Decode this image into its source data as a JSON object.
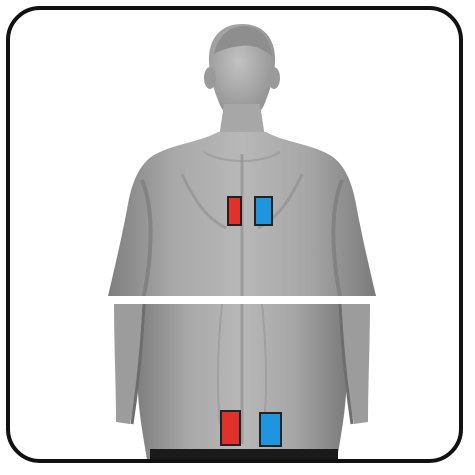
{
  "figure": {
    "panels": [
      {
        "region": "upper-back",
        "electrodes": [
          {
            "polarity": "positive",
            "color": "#e0312a"
          },
          {
            "polarity": "negative",
            "color": "#1e95de"
          }
        ]
      },
      {
        "region": "lower-back",
        "electrodes": [
          {
            "polarity": "positive",
            "color": "#e0312a"
          },
          {
            "polarity": "negative",
            "color": "#1e95de"
          }
        ]
      }
    ],
    "colors": {
      "frame": "#111111",
      "skin": "#9d9d9d",
      "skin_light": "#bdbdbd",
      "skin_shadow": "#7c7c7c",
      "separator": "#ffffff",
      "electrode_outline": "#222222"
    }
  }
}
